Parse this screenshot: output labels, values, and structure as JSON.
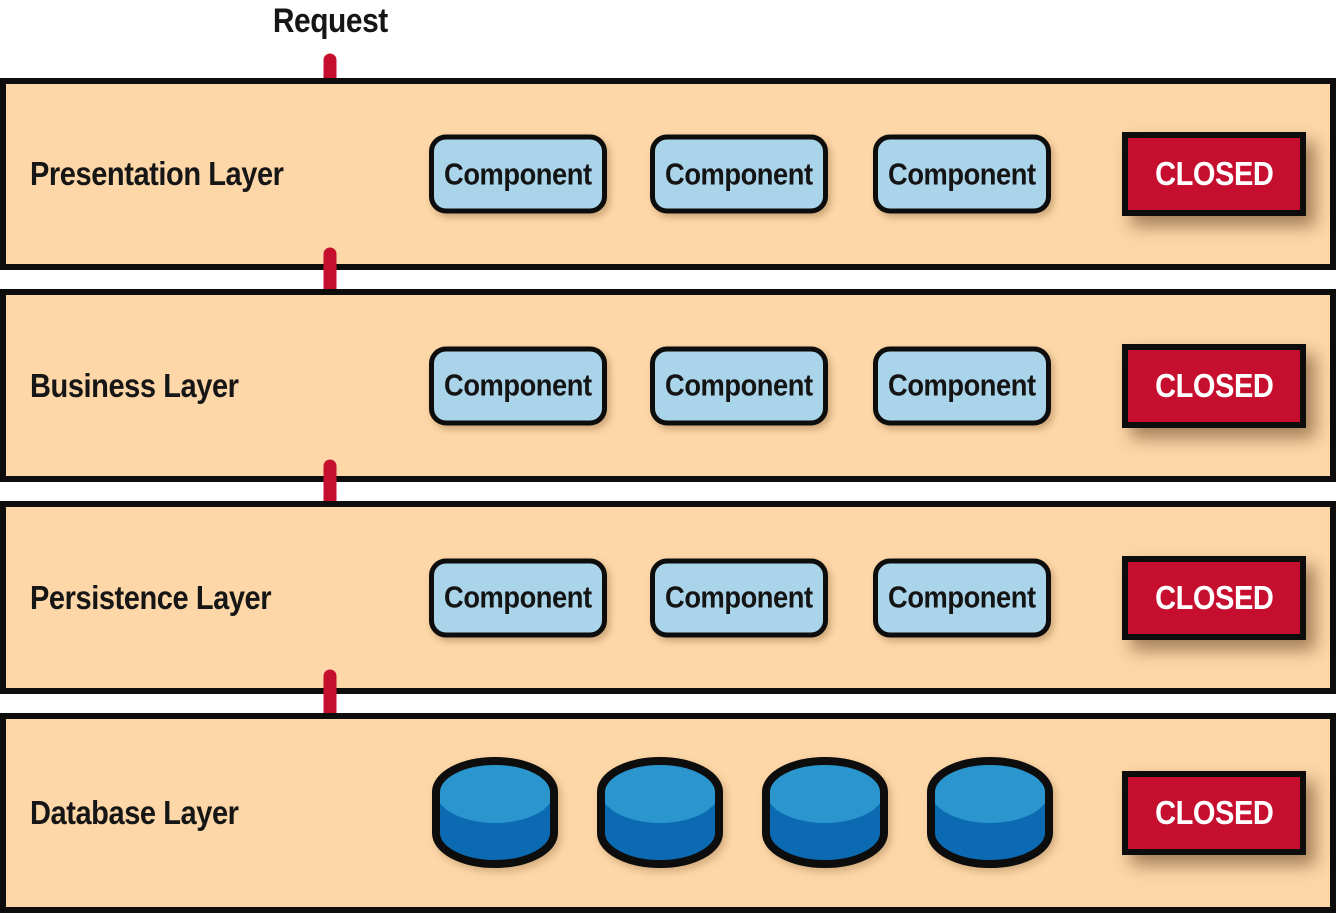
{
  "request_label": "Request",
  "layers": [
    {
      "name": "Presentation Layer",
      "components": [
        "Component",
        "Component",
        "Component"
      ],
      "closed_label": "CLOSED"
    },
    {
      "name": "Business Layer",
      "components": [
        "Component",
        "Component",
        "Component"
      ],
      "closed_label": "CLOSED"
    },
    {
      "name": "Persistence Layer",
      "components": [
        "Component",
        "Component",
        "Component"
      ],
      "closed_label": "CLOSED"
    },
    {
      "name": "Database Layer",
      "database_count": 4,
      "closed_label": "CLOSED"
    }
  ],
  "icons": {
    "flow_arrow": "down-arrow-icon",
    "database": "database-cylinder-icon"
  },
  "colors": {
    "layer_fill": "#fdd7a7",
    "component_fill": "#a9d4e9",
    "accent_red": "#c60f2f",
    "database_top": "#2a96cd",
    "database_body": "#0b6ab2",
    "outline": "#0d0d0d",
    "closed_text": "#ffffff"
  }
}
